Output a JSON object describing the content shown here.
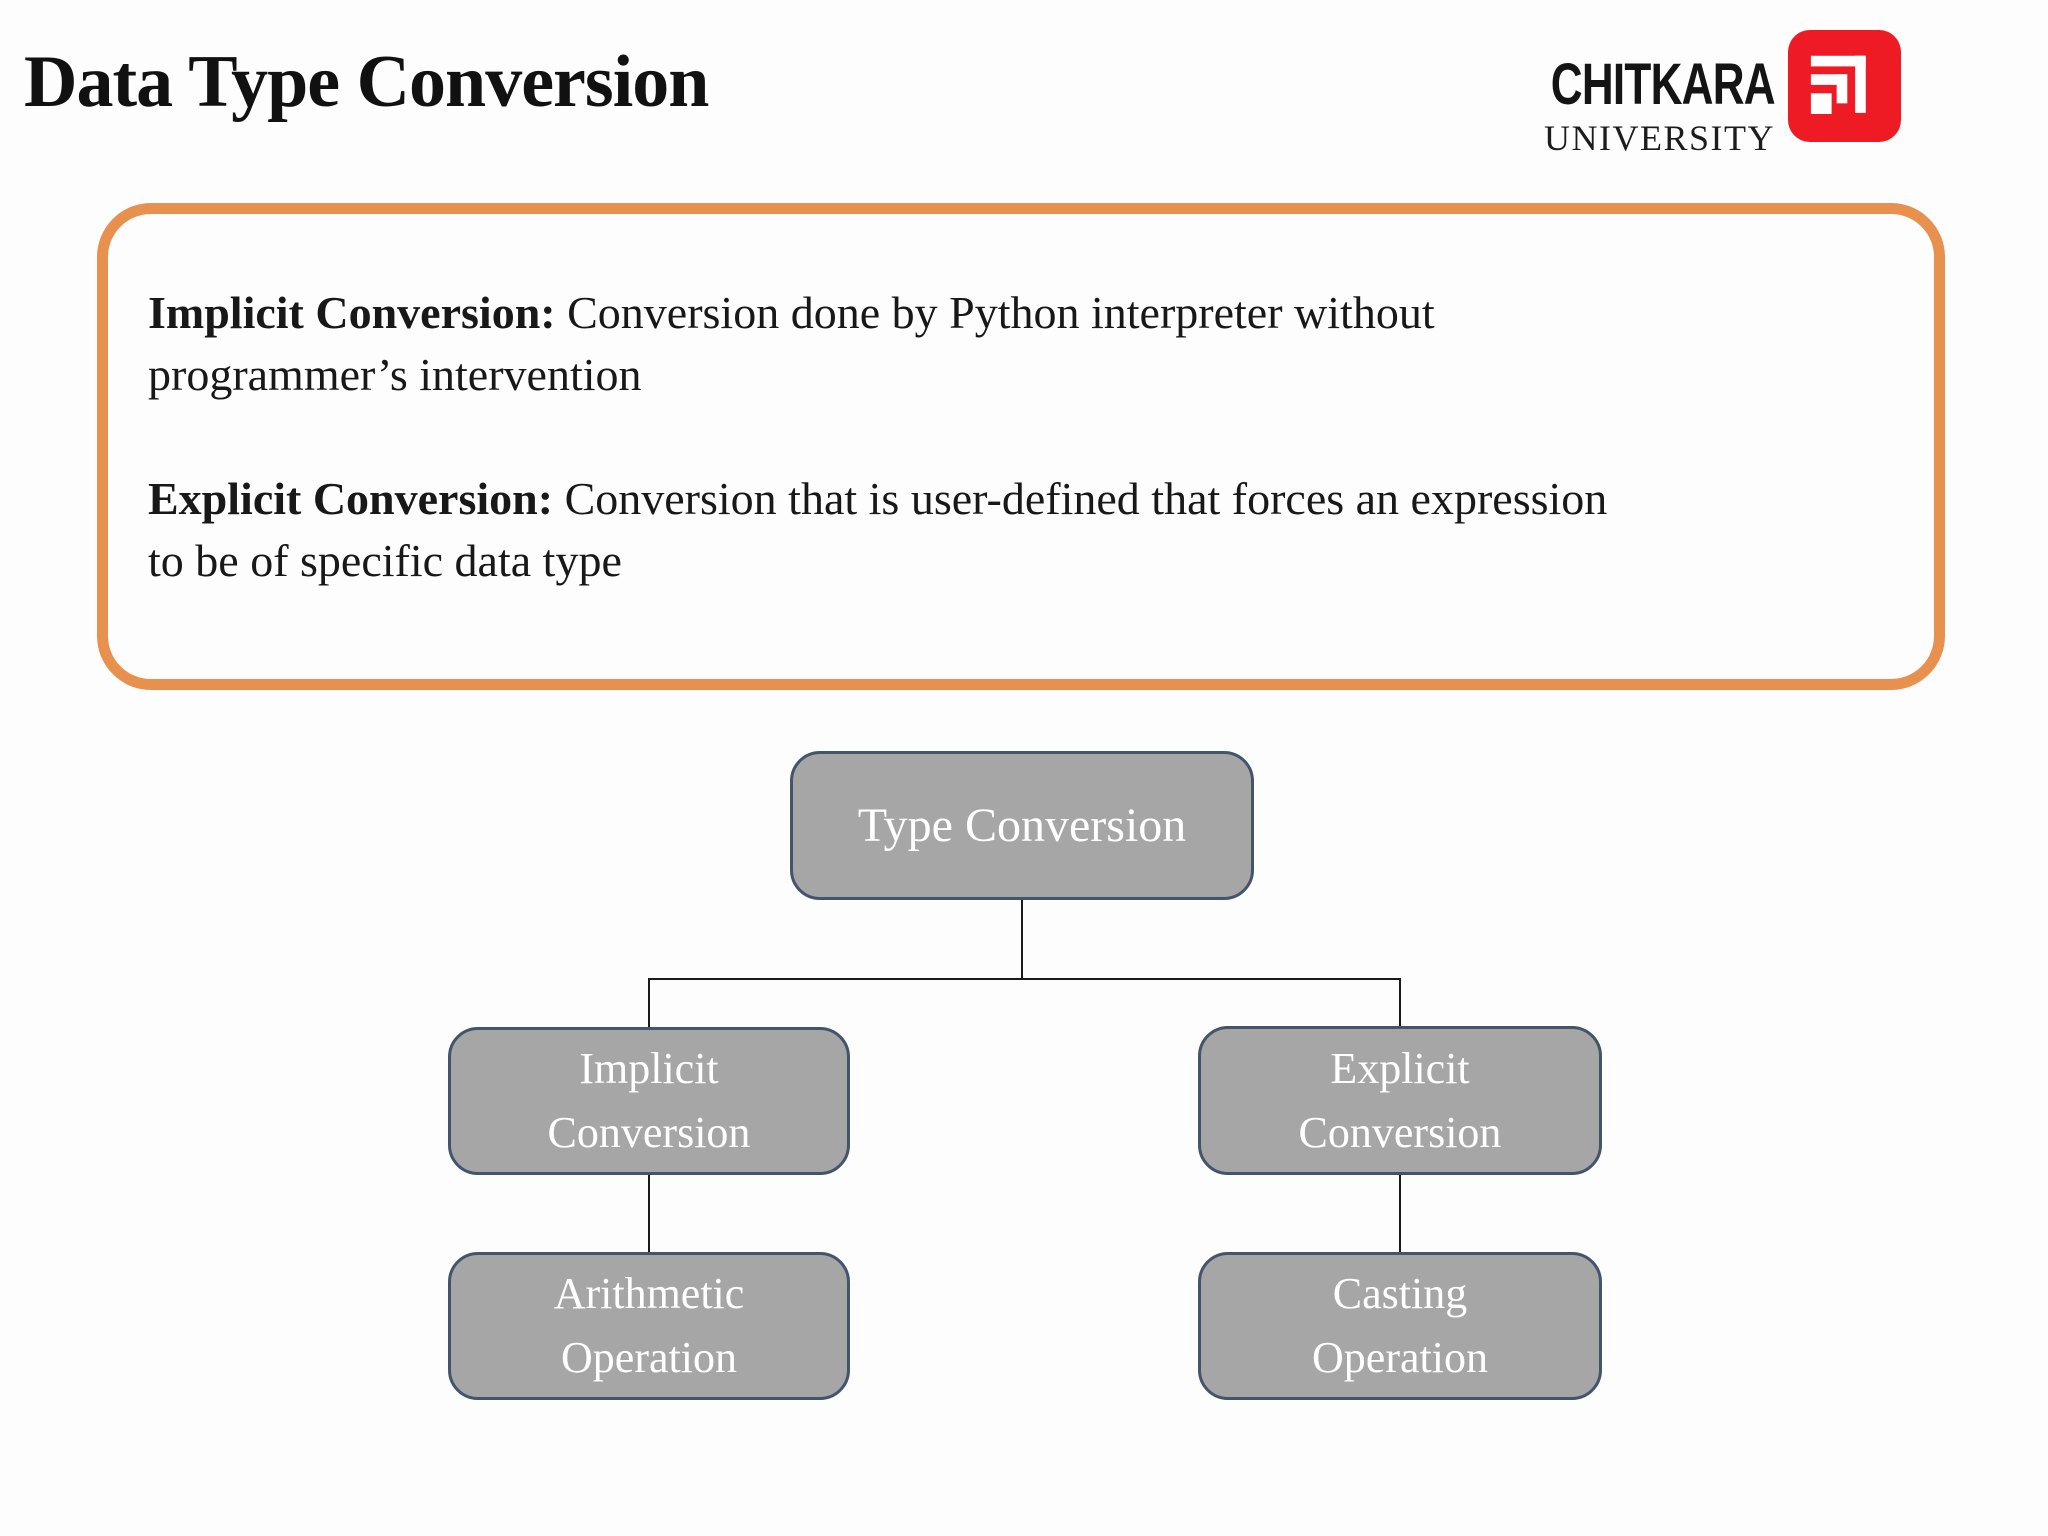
{
  "slide": {
    "title": "Data Type Conversion"
  },
  "logo": {
    "line1": "CHITKARA",
    "line2": "UNIVERSITY",
    "mark_color": "#ee1b24"
  },
  "info_box": {
    "border_color": "#e8914f",
    "items": [
      {
        "label": "Implicit Conversion:",
        "lines": [
          " Conversion done by Python interpreter without",
          "programmer’s intervention"
        ]
      },
      {
        "label": "Explicit Conversion:",
        "lines": [
          " Conversion that is user-defined that forces an expression",
          "to be of specific data type"
        ]
      }
    ]
  },
  "diagram": {
    "box_fill": "#a6a6a6",
    "box_border": "#44546a",
    "line_color": "#1a1a1a",
    "root": {
      "label": "Type Conversion"
    },
    "level1": [
      {
        "line1": "Implicit",
        "line2": "Conversion"
      },
      {
        "line1": "Explicit",
        "line2": "Conversion"
      }
    ],
    "level2": [
      {
        "line1": "Arithmetic",
        "line2": "Operation"
      },
      {
        "line1": "Casting",
        "line2": "Operation"
      }
    ]
  }
}
